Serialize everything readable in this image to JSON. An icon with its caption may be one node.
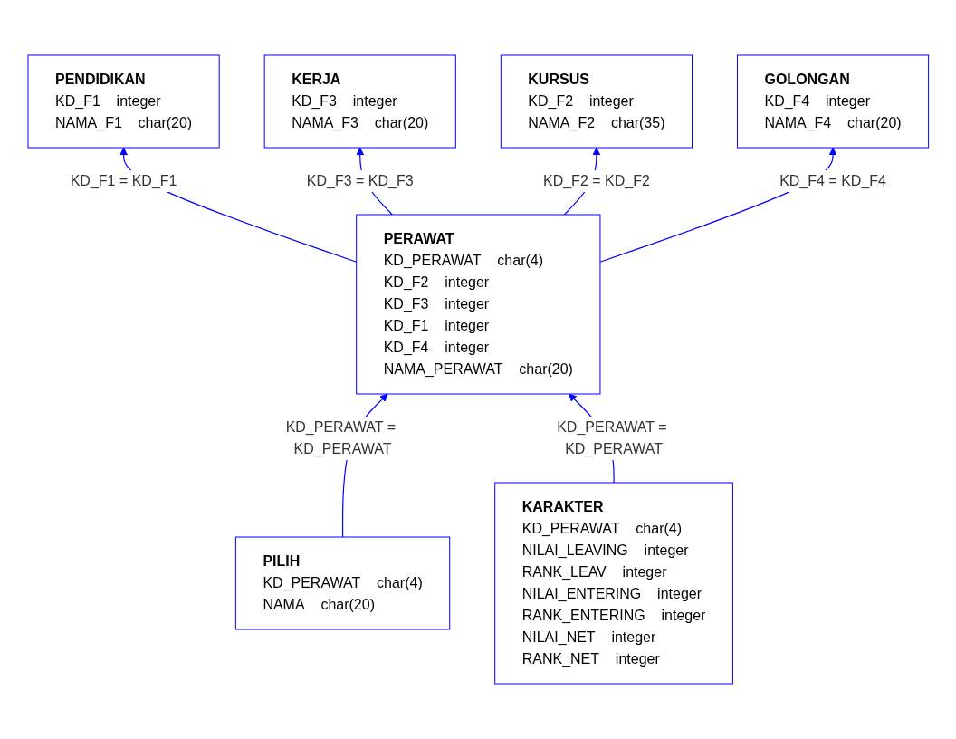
{
  "diagram": {
    "nodes": [
      {
        "text": [
          "PENDIDIKAN",
          "KD_F1",
          "integer",
          "NAMA_F1",
          "char(20)"
        ]
      },
      {
        "text": [
          "KERJA",
          "KD_F3",
          "integer",
          "NAMA_F3",
          "char(20)"
        ]
      },
      {
        "text": [
          "GOLONGAN",
          "KD_F4",
          "integer",
          "NAMA_F4",
          "char(20)"
        ]
      },
      {
        "text": [
          "KURSUS",
          "KD_F2",
          "integer",
          "NAMA_F2",
          "char(35)"
        ]
      },
      {
        "text": [
          "PERAWAT",
          "KD_PERAWAT",
          "char(4)",
          "KD_F2",
          "integer",
          "KD_F3",
          "integer",
          "KD_F1",
          "integer",
          "KD_F4",
          "integer",
          "NAMA_PERAWAT",
          "char(20)"
        ]
      },
      {
        "text": [
          "KARAKTER",
          "KD_PERAWAT",
          "char(4)",
          "NILAI_LEAVING",
          "integer",
          "RANK_LEAV",
          "integer",
          "NILAI_ENTERING",
          "integer",
          "RANK_ENTERING",
          "integer",
          "NILAI_NET",
          "integer",
          "RANK_NET",
          "integer"
        ]
      },
      {
        "text": [
          "PILIH",
          "KD_PERAWAT",
          "char(4)",
          "NAMA",
          "char(20)"
        ]
      }
    ],
    "edges": [
      {
        "from": 4,
        "to": 0,
        "arrow": "to",
        "label": "KD_F1 = KD_F1"
      },
      {
        "from": 4,
        "to": 1,
        "arrow": "to",
        "label": "KD_F3 = KD_F3"
      },
      {
        "from": 4,
        "to": 3,
        "arrow": "to",
        "label": "KD_F2 = KD_F2"
      },
      {
        "from": 4,
        "to": 2,
        "arrow": "to",
        "label": "KD_F4 = KD_F4"
      },
      {
        "from": 6,
        "to": 4,
        "arrow": "to",
        "label": "KD_PERAWAT = KD_PERAWAT"
      },
      {
        "from": 5,
        "to": 4,
        "arrow": "to",
        "label": "KD_PERAWAT = KD_PERAWAT"
      }
    ]
  }
}
